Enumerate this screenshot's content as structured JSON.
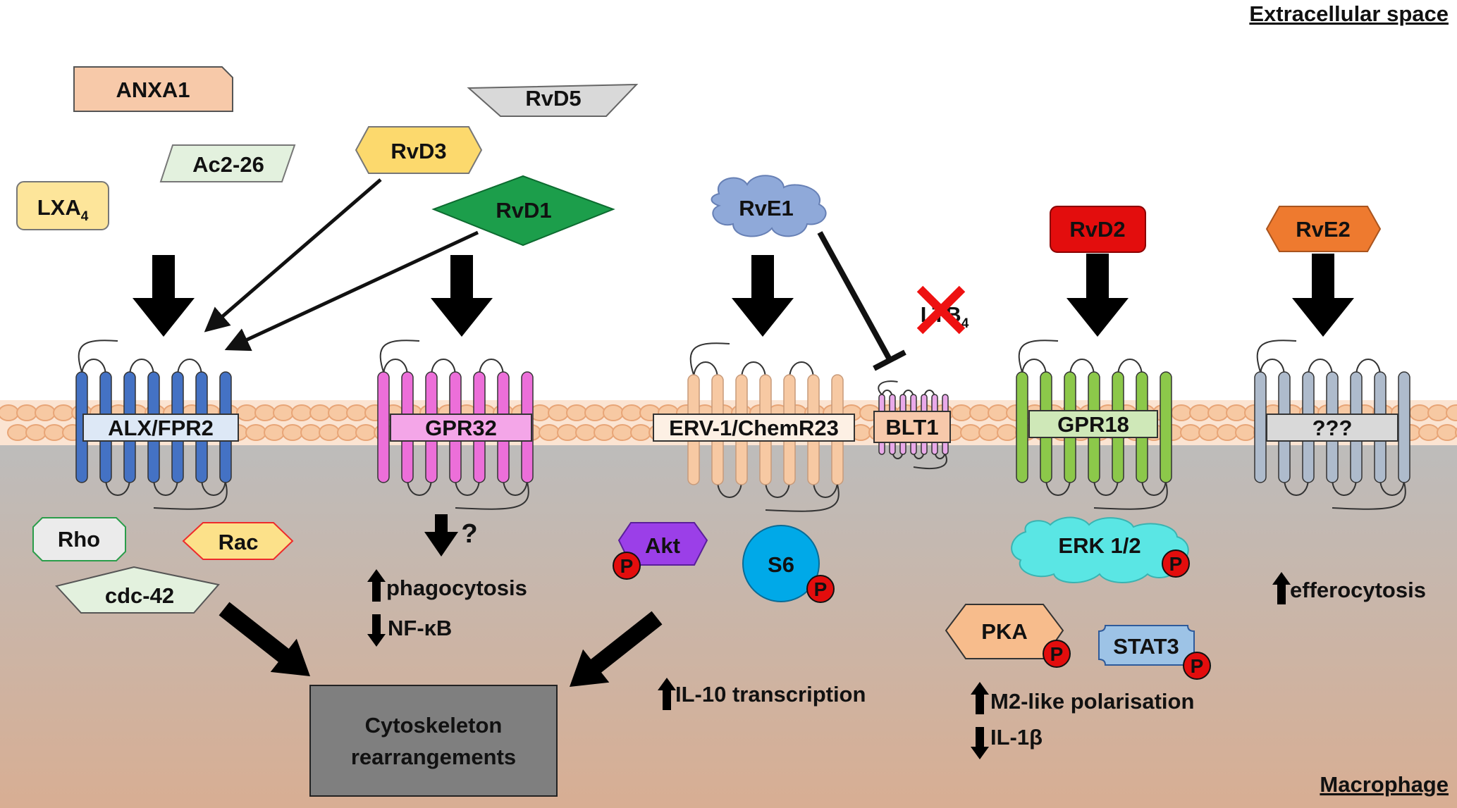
{
  "regions": {
    "top": "Extracellular space",
    "bottom": "Macrophage"
  },
  "ligands": [
    {
      "id": "anxa1",
      "label": "ANXA1",
      "color": "#f7c9a9"
    },
    {
      "id": "ac2",
      "label": "Ac2-26",
      "color": "#e3f1de"
    },
    {
      "id": "lxa4",
      "label": "LXA",
      "sub": "4",
      "color": "#fde59a"
    },
    {
      "id": "rvd5",
      "label": "RvD5",
      "color": "#d9d9d9"
    },
    {
      "id": "rvd3",
      "label": "RvD3",
      "color": "#fcd96d"
    },
    {
      "id": "rvd1",
      "label": "RvD1",
      "color": "#1c9e4b"
    },
    {
      "id": "rve1",
      "label": "RvE1",
      "color": "#8fa9d9"
    },
    {
      "id": "ltb4",
      "label": "LTB",
      "sub": "4",
      "color": "#000000"
    },
    {
      "id": "rvd2",
      "label": "RvD2",
      "color": "#e30d0d"
    },
    {
      "id": "rve2",
      "label": "RvE2",
      "color": "#ee7a2f"
    }
  ],
  "receptors": [
    {
      "id": "alx",
      "label": "ALX/FPR2",
      "color": "#4472c4",
      "label_bg": "#dde8f6"
    },
    {
      "id": "gpr32",
      "label": "GPR32",
      "color": "#ec6fd9",
      "label_bg": "#f4a6e8"
    },
    {
      "id": "erv1",
      "label": "ERV-1/ChemR23",
      "color": "#f7c9a3",
      "label_bg": "#fdf0e4"
    },
    {
      "id": "blt1",
      "label": "BLT1",
      "color": "#e9a9e9",
      "label_bg": "#f7c9ab"
    },
    {
      "id": "gpr18",
      "label": "GPR18",
      "color": "#8cc84a",
      "label_bg": "#cfe8b8"
    },
    {
      "id": "unknown",
      "label": "???",
      "color": "#aebbcc",
      "label_bg": "#d9d9d9"
    }
  ],
  "effectors": [
    {
      "id": "rho",
      "label": "Rho",
      "color": "#ebebeb"
    },
    {
      "id": "rac",
      "label": "Rac",
      "color": "#fce18a"
    },
    {
      "id": "cdc42",
      "label": "cdc-42",
      "color": "#e3f1de"
    },
    {
      "id": "akt",
      "label": "Akt",
      "color": "#9b3fe8"
    },
    {
      "id": "s6",
      "label": "S6",
      "color": "#00a9e8"
    },
    {
      "id": "erk",
      "label": "ERK 1/2",
      "color": "#5ae6e4"
    },
    {
      "id": "pka",
      "label": "PKA",
      "color": "#f7bc8c"
    },
    {
      "id": "stat3",
      "label": "STAT3",
      "color": "#9dc3e6"
    }
  ],
  "phospho_label": "P",
  "question_mark": "?",
  "outcomes": {
    "phagocytosis": "phagocytosis",
    "nfkb": "NF-κB",
    "il10": "IL-10 transcription",
    "m2": "M2-like polarisation",
    "il1b": "IL-1β",
    "efferocytosis": "efferocytosis"
  },
  "cytoskeleton": {
    "line1": "Cytoskeleton",
    "line2": "rearrangements",
    "color": "#7f7f7f"
  },
  "colors": {
    "membrane": "#f7c9a3",
    "membrane_line": "#e8a577",
    "cell_top": "#bdbcbb",
    "cell_bottom": "#d8ae93",
    "phospho": "#e30d0d"
  }
}
